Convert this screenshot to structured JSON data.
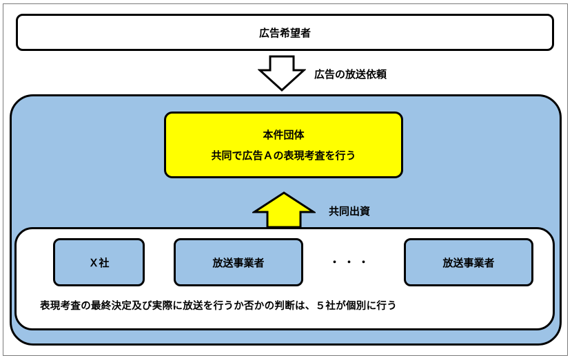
{
  "advertiser": {
    "label": "広告希望者"
  },
  "request_label": "広告の放送依頼",
  "group": {
    "line1": "本件団体",
    "line2": "共同で広告Ａの表現考査を行う"
  },
  "funding_label": "共同出資",
  "companies": {
    "x_company": "Ｘ社",
    "broadcaster_1": "放送事業者",
    "ellipsis": "・・・",
    "broadcaster_2": "放送事業者"
  },
  "note": "表現考査の最終決定及び実際に放送を行うか否かの判断は、５社が個別に行う",
  "colors": {
    "light_blue": "#9dc3e6",
    "yellow": "#ffff00",
    "border": "#000000"
  }
}
